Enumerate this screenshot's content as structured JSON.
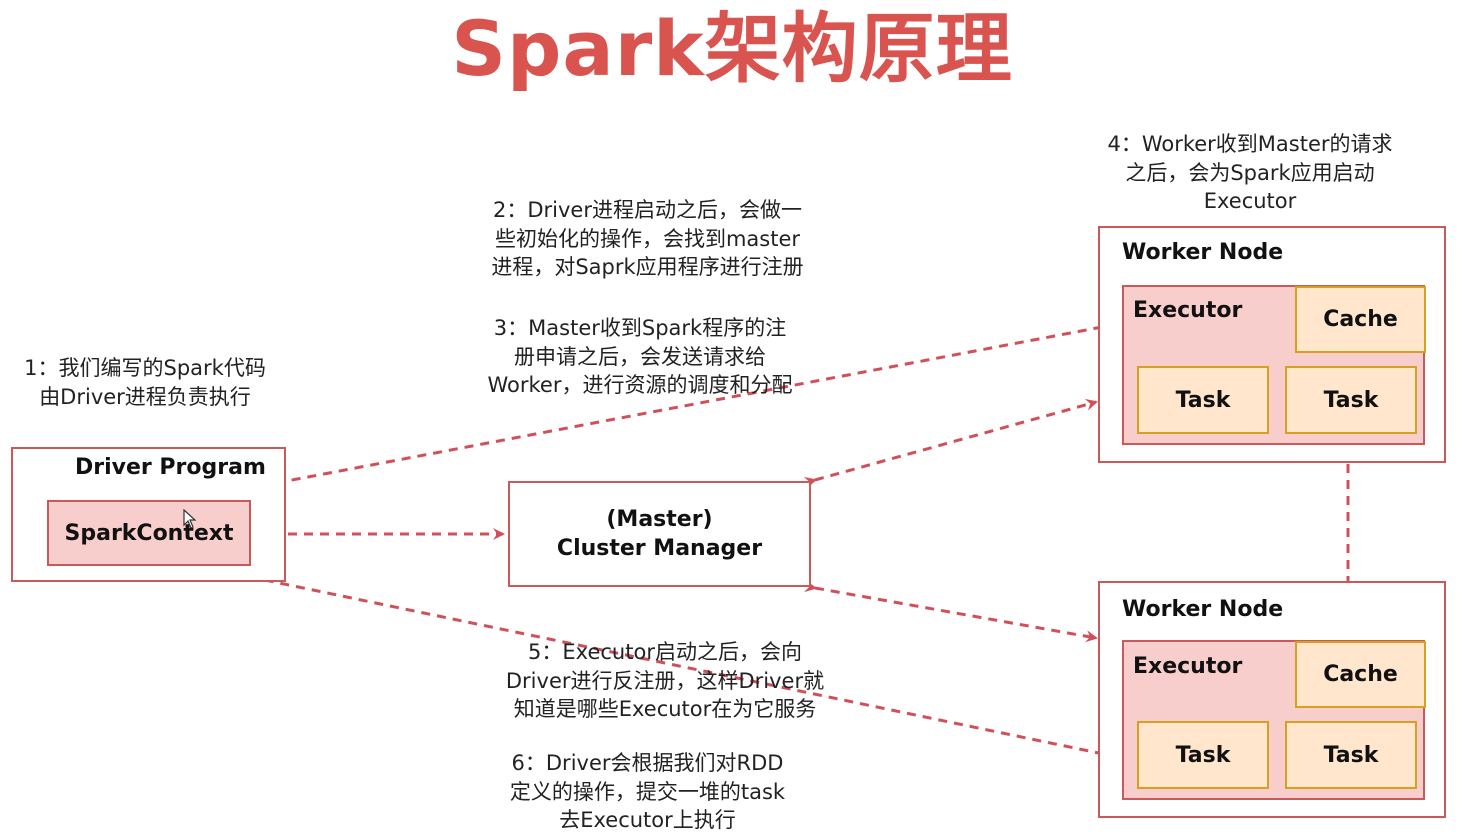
{
  "title": "Spark架构原理",
  "notes": {
    "n1": [
      "1：我们编写的Spark代码",
      "由Driver进程负责执行"
    ],
    "n2": [
      "2：Driver进程启动之后，会做一",
      "些初始化的操作，会找到master",
      "进程，对Saprk应用程序进行注册"
    ],
    "n3": [
      "3：Master收到Spark程序的注",
      "册申请之后，会发送请求给",
      "Worker，进行资源的调度和分配"
    ],
    "n4": [
      "4：Worker收到Master的请求",
      "之后，会为Spark应用启动",
      "Executor"
    ],
    "n5": [
      "5：Executor启动之后，会向",
      "Driver进行反注册，这样Driver就",
      "知道是哪些Executor在为它服务"
    ],
    "n6": [
      "6：Driver会根据我们对RDD",
      "定义的操作，提交一堆的task",
      "去Executor上执行"
    ]
  },
  "driver": {
    "label": "Driver Program",
    "context": "SparkContext"
  },
  "master": {
    "line1": "(Master)",
    "line2": "Cluster Manager"
  },
  "workers": [
    {
      "label": "Worker Node",
      "executor": "Executor",
      "cache": "Cache",
      "tasks": [
        "Task",
        "Task"
      ]
    },
    {
      "label": "Worker Node",
      "executor": "Executor",
      "cache": "Cache",
      "tasks": [
        "Task",
        "Task"
      ]
    }
  ],
  "colors": {
    "title": "#d9534f",
    "arrow": "#d0505a",
    "pink": "#f8cecc",
    "orange": "#ffe6cc"
  }
}
